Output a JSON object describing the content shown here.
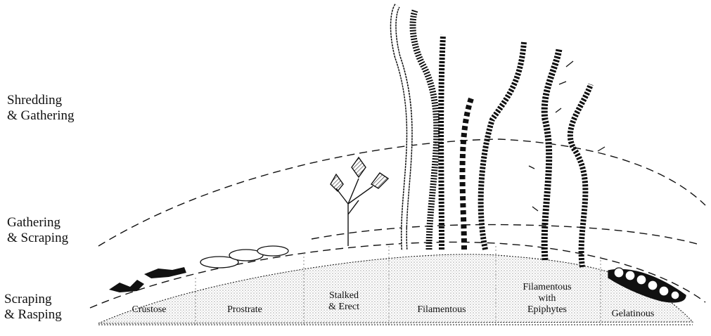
{
  "zones": [
    {
      "id": "shredding",
      "label": "Shredding\n& Gathering"
    },
    {
      "id": "gathering",
      "label": "Gathering\n & Scraping"
    },
    {
      "id": "scraping",
      "label": "Scraping\n& Rasping"
    }
  ],
  "growth_forms": [
    {
      "id": "crustose",
      "label": [
        "Crustose"
      ]
    },
    {
      "id": "prostrate",
      "label": [
        "Prostrate"
      ]
    },
    {
      "id": "stalked",
      "label": [
        "Stalked",
        "& Erect"
      ]
    },
    {
      "id": "filamentous",
      "label": [
        "Filamentous"
      ]
    },
    {
      "id": "epiphytes",
      "label": [
        "Filamentous",
        "with",
        "Epiphytes"
      ]
    },
    {
      "id": "gelatinous",
      "label": [
        "Gelatinous"
      ]
    }
  ],
  "colors": {
    "ink": "#111111",
    "stipple": "#9a9a9a",
    "background": "#ffffff"
  }
}
